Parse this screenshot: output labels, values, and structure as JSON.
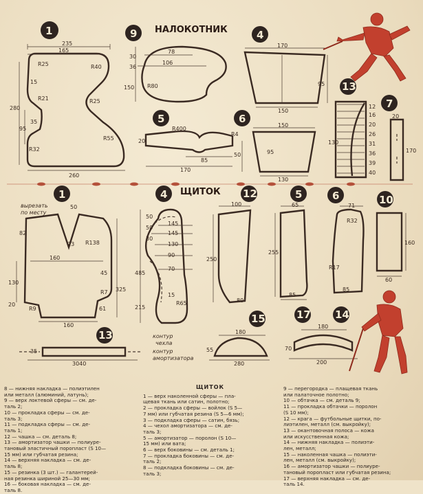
{
  "titles": {
    "elbow": "НАЛОКОТНИК",
    "shield": "ЩИТОК"
  },
  "part_numbers": {
    "e1": "1",
    "e9": "9",
    "e4": "4",
    "e5": "5",
    "e6": "6",
    "e13": "13",
    "e7": "7",
    "s1": "1",
    "s4": "4",
    "s12": "12",
    "s5": "5",
    "s6": "6",
    "s10": "10",
    "s13": "13",
    "s15": "15",
    "s17": "17",
    "s14": "14"
  },
  "dims": {
    "e1": {
      "w235": "235",
      "w165": "165",
      "r25a": "R25",
      "r40": "R40",
      "d15": "15",
      "r21": "R21",
      "r25b": "R25",
      "h280": "280",
      "d95": "95",
      "d35": "35",
      "r32": "R32",
      "r55": "R55",
      "w260": "260"
    },
    "e9": {
      "d78": "78",
      "d106": "106",
      "d30": "30",
      "d36": "36",
      "d150": "150",
      "r80": "R80"
    },
    "e4": {
      "w170": "170",
      "w150": "150",
      "h95": "95"
    },
    "e5": {
      "r400": "R400",
      "d20": "20",
      "w85": "85",
      "w170": "170"
    },
    "e6": {
      "r4": "R4",
      "w150": "150",
      "h50": "50",
      "w130": "130",
      "d95": "95"
    },
    "e13": {
      "h130": "130",
      "t12": "12",
      "t16": "16",
      "t20": "20",
      "t26": "26",
      "t31": "31",
      "t36": "36",
      "t39": "39",
      "t40": "40"
    },
    "e7": {
      "d20": "20",
      "h170": "170"
    },
    "s1": {
      "note1": "вырезать",
      "note2": "по месту",
      "d50": "50",
      "d82": "82",
      "r138": "R138",
      "d23": "23",
      "d160": "160",
      "d45": "45",
      "r7": "R7",
      "h325": "325",
      "d130": "130",
      "d20": "20",
      "r9": "R9",
      "d61": "61",
      "w160": "160"
    },
    "s4": {
      "d145a": "145",
      "d145b": "145",
      "d130": "130",
      "d90": "90",
      "d70": "70",
      "d50a": "50",
      "d50b": "50",
      "d30": "30",
      "d485": "485",
      "d215": "215",
      "d15": "15",
      "r65": "R65",
      "note_contour": "контур",
      "note_cup": "чехла",
      "note_contour2": "контур",
      "note_amort": "амортизатора"
    },
    "s12": {
      "w100": "100",
      "h250": "250",
      "w80": "80"
    },
    "s5": {
      "w65": "65",
      "h255": "255",
      "w85": "85"
    },
    "s6": {
      "w71": "71",
      "r32": "R32",
      "r17": "R17",
      "w85": "85"
    },
    "s10": {
      "h160": "160",
      "w60": "60"
    },
    "s13": {
      "d35": "35",
      "w3040": "3040"
    },
    "s15": {
      "w180": "180",
      "h55": "55",
      "w280": "280"
    },
    "s17": {
      "w180": "180",
      "d70": "70",
      "w200": "200"
    }
  },
  "legend": {
    "left": "8 — нижняя накладка — полиэтилен\nили металл (алюминий, латунь);\n9 — верх локтевой сферы — см. де-\nталь 2;\n10 — прокладка сферы — см. де-\nталь 3;\n11 — подкладка сферы — см. де-\nталь 1;\n12 — чашка — см. деталь 8;\n13 — амортизатор чашки — полиуре-\nтановый эластичный поропласт (S 10—\n15 мм) или губчатая резина;\n14 — верхняя накладка — см. де-\nталь 8;\n15 — резинка (3 шт.) — галантерей-\nная резинка шириной 25—30 мм;\n16 — боковая накладка — см. де-\nталь 8.",
    "middle_title": "ЩИТОК",
    "middle": "1 — верх наколенной сферы — пла-\nщевая ткань или сатин, полотно;\n2 — прокладка сферы — войлок (S 5—\n7 мм) или губчатая резина (S 5—6 мм);\n3 — подкладка сферы — сатин, бязь;\n4 — чехол амортизатора — см. де-\nталь 3;\n5 — амортизатор — поролон (S 10—\n15 мм) или вата;\n6 — верх боковины — см. деталь 1;\n7 — прокладка боковины — см. де-\nталь 2;\n8 — подкладка боковины — см. де-\nталь 3;",
    "right": "9 — перегородка — плащевая ткань\nили палаточное полотно;\n10 — обтачка — см. деталь 9;\n11 — прокладка обтачки — поролон\n(S 10 мм);\n12 — крага — футбольные щитки, по-\nлиэтилен, металл (см. выкройку);\n13 — окантовочная полоса — кожа\nили искусственная кожа;\n14 — нижняя накладка — полиэти-\nлен, металл;\n15 — наколенная чашка — полиэти-\nлен, металл (см. выкройку);\n16 — амортизатор чашки — полиуре-\nтановый поропласт или губчатая резина;\n17 — верхняя накладка — см. де-\nталь 14."
  }
}
